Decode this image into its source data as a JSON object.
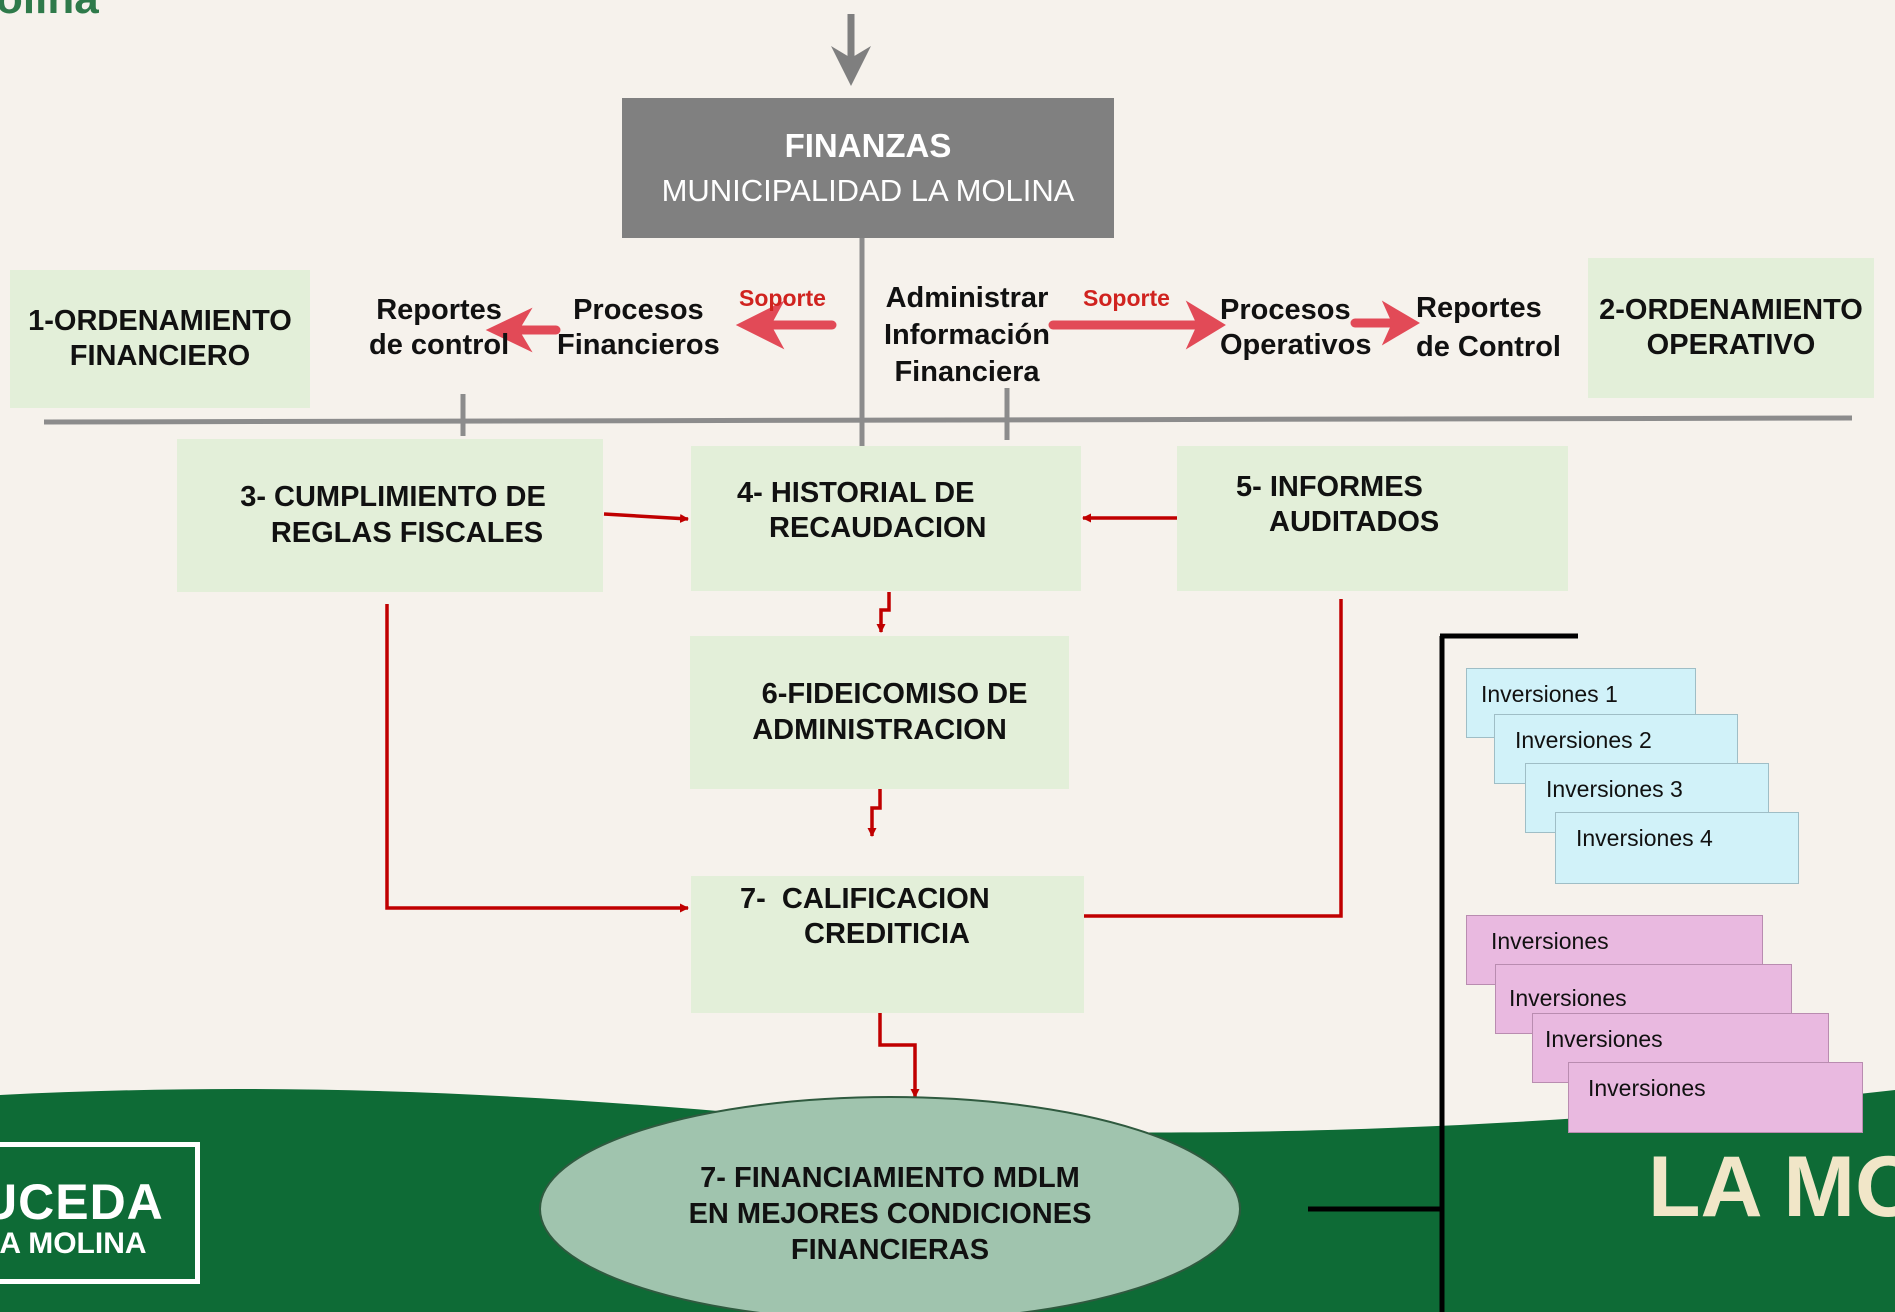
{
  "header": {
    "partial_title": "olina"
  },
  "colors": {
    "background": "#f6f2ec",
    "green_dark": "#0e6b36",
    "box_green": "#e3efd9",
    "finanzas_gray": "#808080",
    "arrow_red": "#c00000",
    "soporte_red": "#e24a57",
    "cyan": "#d1f2f9",
    "pink": "#e9b9e0",
    "ellipse": "#a0c4ae"
  },
  "finanzas": {
    "title": "FINANZAS",
    "subtitle": "MUNICIPALIDAD LA MOLINA"
  },
  "top_row": {
    "ord_fin": [
      "1-ORDENAMIENTO",
      "FINANCIERO"
    ],
    "reportes_control_left": [
      "Reportes",
      "de control"
    ],
    "procesos_financieros": [
      "Procesos",
      "Financieros"
    ],
    "soporte_left": "Soporte",
    "administrar": [
      "Administrar",
      "Información",
      "Financiera"
    ],
    "soporte_right": "Soporte",
    "procesos_operativos": [
      "Procesos",
      "Operativos"
    ],
    "reportes_control_right": [
      "Reportes",
      "de Control"
    ],
    "ord_op": [
      "2-ORDENAMIENTO",
      "OPERATIVO"
    ]
  },
  "boxes": {
    "b3": [
      "3- CUMPLIMIENTO DE",
      "REGLAS FISCALES"
    ],
    "b4": [
      "4- HISTORIAL DE",
      "RECAUDACION"
    ],
    "b5": [
      "5- INFORMES",
      "AUDITADOS"
    ],
    "b6": [
      "6-FIDEICOMISO DE",
      "ADMINISTRACION"
    ],
    "b7": [
      "7-  CALIFICACION",
      "CREDITICIA"
    ]
  },
  "ellipse": [
    "7- FINANCIAMIENTO MDLM",
    "EN MEJORES CONDICIONES",
    "FINANCIERAS"
  ],
  "inversiones_cyan": [
    "Inversiones 1",
    "Inversiones 2",
    "Inversiones 3",
    "Inversiones 4"
  ],
  "inversiones_pink": [
    "Inversiones",
    "Inversiones",
    "Inversiones",
    "Inversiones"
  ],
  "logo_left": {
    "line1": "UCEDA",
    "line2": "LA MOLINA"
  },
  "logo_right": {
    "text": "LA MO"
  }
}
